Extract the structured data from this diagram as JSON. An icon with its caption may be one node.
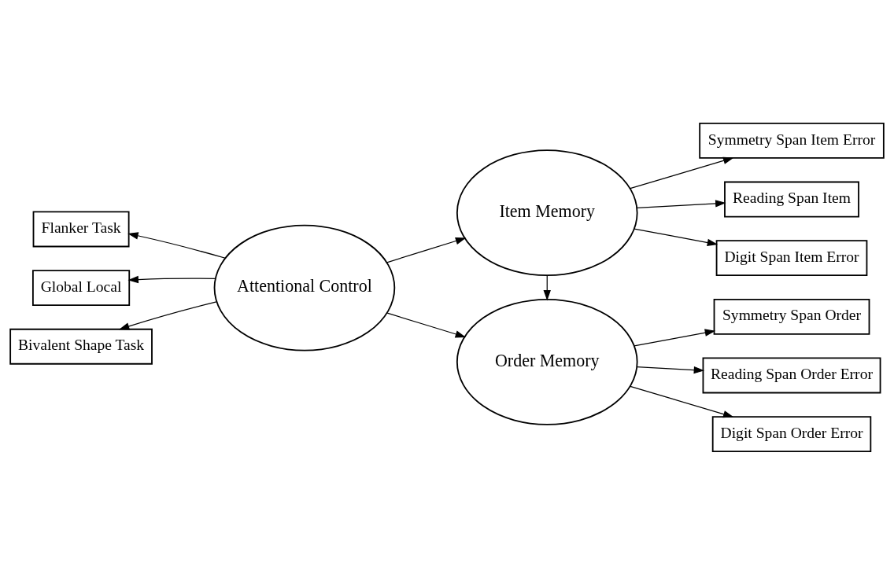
{
  "diagram": {
    "nodes": [
      {
        "text": [
          "Attentional Control"
        ]
      },
      {
        "text": [
          "Flanker Task"
        ]
      },
      {
        "text": [
          "Global Local"
        ]
      },
      {
        "text": [
          "Bivalent Shape Task"
        ]
      },
      {
        "text": [
          "Item Memory"
        ]
      },
      {
        "text": [
          "Symmetry Span Item Error"
        ]
      },
      {
        "text": [
          "Reading Span Item"
        ]
      },
      {
        "text": [
          "Digit Span Item Error"
        ]
      },
      {
        "text": [
          "Order Memory"
        ]
      },
      {
        "text": [
          "Symmetry Span Order"
        ]
      },
      {
        "text": [
          "Reading Span Order Error"
        ]
      },
      {
        "text": [
          "Digit Span Order Error"
        ]
      }
    ],
    "edges": [
      {
        "from": 0,
        "to": 1,
        "arrow": "to"
      },
      {
        "from": 0,
        "to": 2,
        "arrow": "to"
      },
      {
        "from": 0,
        "to": 3,
        "arrow": "to"
      },
      {
        "from": 0,
        "to": 4,
        "arrow": "to"
      },
      {
        "from": 0,
        "to": 8,
        "arrow": "to"
      },
      {
        "from": 4,
        "to": 5,
        "arrow": "to"
      },
      {
        "from": 4,
        "to": 6,
        "arrow": "to"
      },
      {
        "from": 4,
        "to": 7,
        "arrow": "to"
      },
      {
        "from": 4,
        "to": 8,
        "arrow": "to"
      },
      {
        "from": 8,
        "to": 9,
        "arrow": "to"
      },
      {
        "from": 8,
        "to": 10,
        "arrow": "to"
      },
      {
        "from": 8,
        "to": 11,
        "arrow": "to"
      }
    ]
  }
}
